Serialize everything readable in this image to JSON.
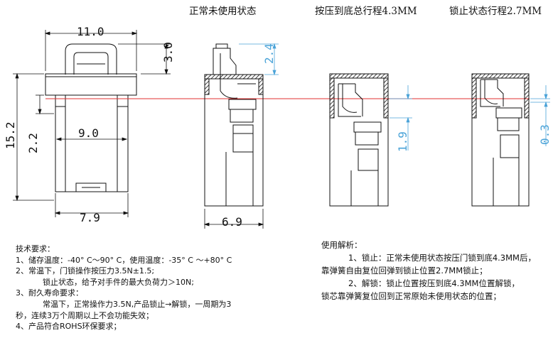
{
  "captions": {
    "normal": "正常未使用状态",
    "pressed": "按压到底总行程4.3MM",
    "locked": "锁止状态行程2.7MM"
  },
  "dimensions": {
    "width_top": "11.0",
    "height_total": "15.2",
    "top_cap": "3.0",
    "mid_width": "9.0",
    "ledge": "2.2",
    "bottom_width": "7.9",
    "side_width": "6.9",
    "cap_gap": "2.4",
    "press_travel": "1.9",
    "lock_gap": "0.3"
  },
  "tech_requirements": {
    "title": "技术要求：",
    "lines": [
      "1、储存温度：-40° C～90° C，使用温度：-35° C ～+80° C",
      "2、常温下，门锁操作按压力3.5N±1.5;",
      "锁止状态，给予对手件的最大负荷力＞10N;",
      "3、耐久寿命要求：",
      "常温下，正常操作力3.5N,产品锁止→解锁，一周期为3",
      "秒，连续3万个周期以上不会功能失效；",
      "4、产品符合ROHS环保要求；"
    ]
  },
  "usage_notes": {
    "title": "使用解析：",
    "lines": [
      "1、锁止：正常未使用状态按压门锁到底4.3MM后，",
      "靠弹簧自由复位回弹到锁止位置2.7MM锁止；",
      "2、解锁：锁止位置按压到底4.3MM位置解锁，",
      "锁芯靠弹簧复位回到正常原始未使用状态的位置；"
    ]
  },
  "colors": {
    "line": "#111111",
    "reference_line": "#e03030",
    "secondary_dimension": "#4aa3d8"
  }
}
